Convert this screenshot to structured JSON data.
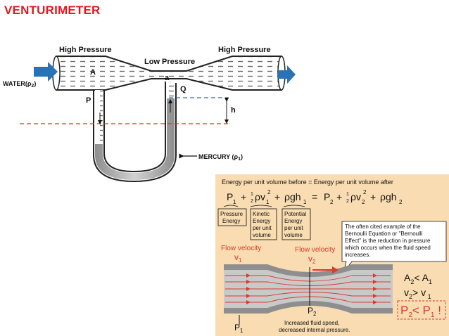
{
  "page": {
    "title": "VENTURIMETER"
  },
  "venturi": {
    "high_pressure_left": "High Pressure",
    "low_pressure": "Low Pressure",
    "high_pressure_right": "High Pressure",
    "water_label": "WATER(ρ",
    "water_sub": "2",
    "water_close": ")",
    "label_a": "A",
    "label_small_a": "a",
    "label_p": "P",
    "label_q": "Q",
    "label_h": "h",
    "mercury_label": "MERCURY (ρ",
    "mercury_sub": "1",
    "mercury_close": ")"
  },
  "bernoulli": {
    "header": "Energy per unit volume before = Energy per unit volume after",
    "box_pressure": [
      "Pressure",
      "Energy"
    ],
    "box_kinetic": [
      "Kinetic",
      "Energy",
      "per unit",
      "volume"
    ],
    "box_potential": [
      "Potential",
      "Energy",
      "per unit",
      "volume"
    ],
    "callout": [
      "The often cited example of the",
      "Bernoulli Equation or \"Bernoulli",
      "Effect\" is the reduction in pressure",
      "which occurs when the fluid speed",
      "increases."
    ],
    "flow_velocity_1": "Flow velocity",
    "flow_velocity_2": "Flow velocity",
    "caption": [
      "Increased fluid speed,",
      "decreased internal pressure."
    ],
    "colors": {
      "background": "#f9dcb1",
      "red": "#d93a2b",
      "pipe": "#a9a9a9"
    }
  }
}
